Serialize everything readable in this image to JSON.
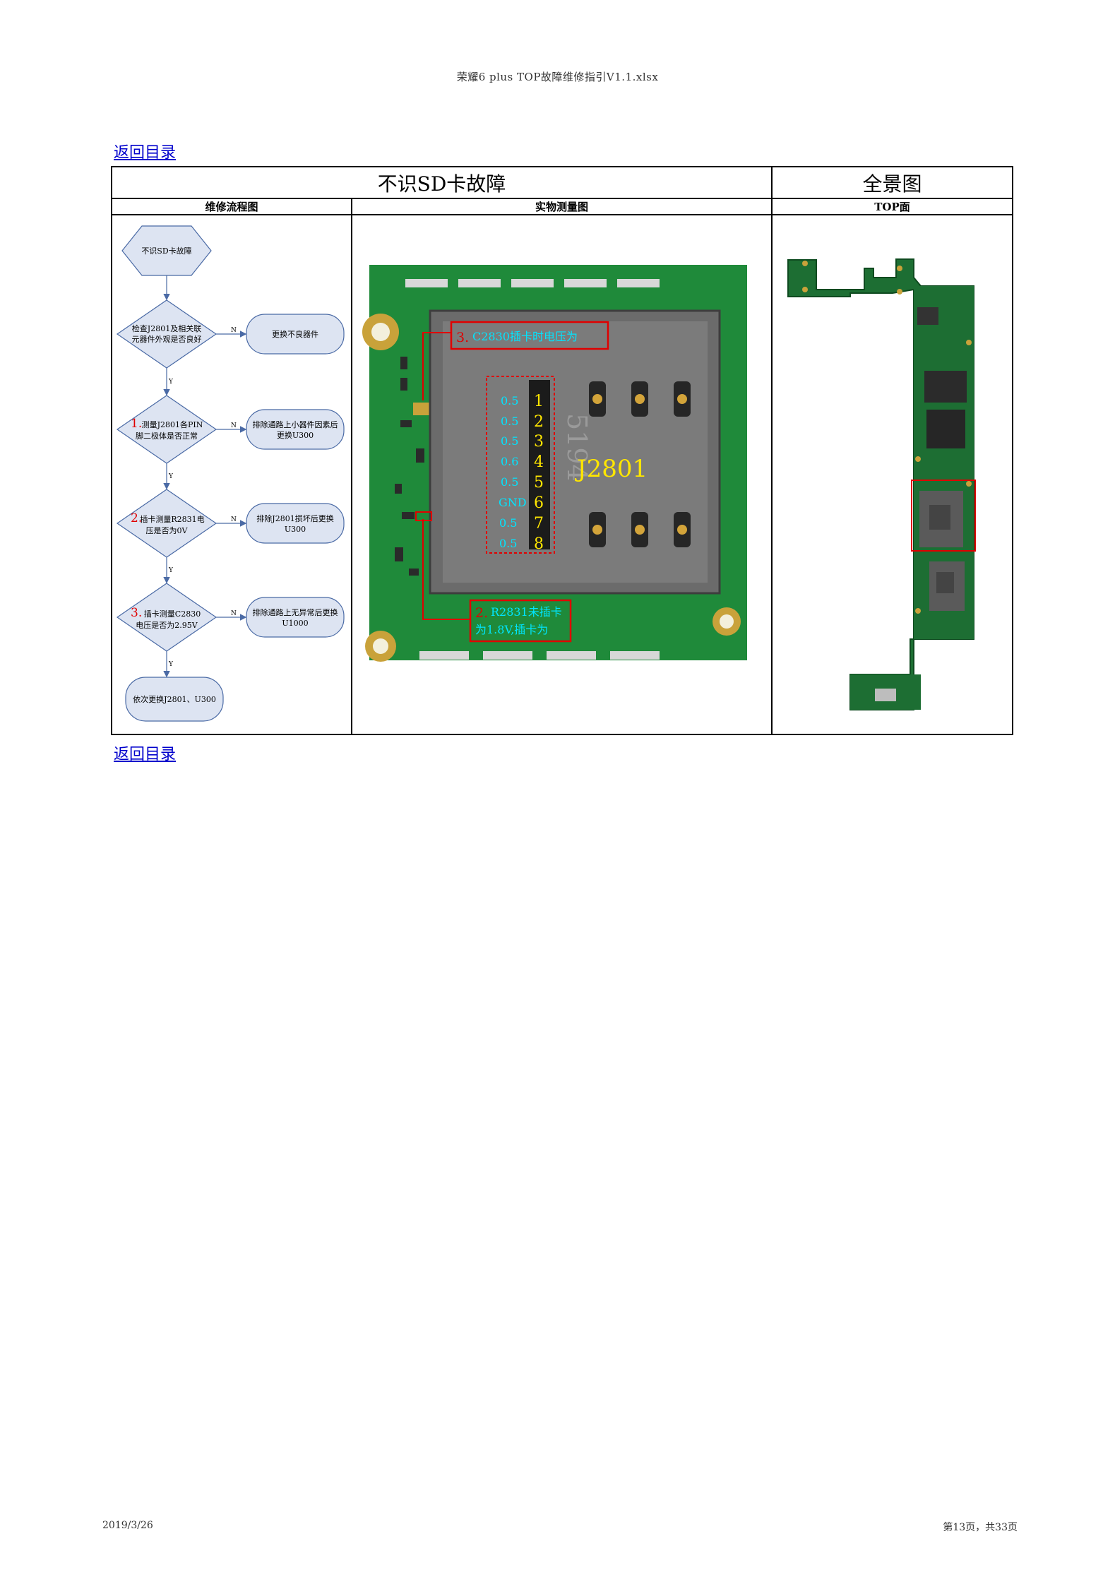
{
  "header": {
    "title": "荣耀6 plus    TOP故障维修指引V1.1.xlsx"
  },
  "nav": {
    "back_link": "返回目录"
  },
  "sheet": {
    "title": "不识SD卡故障",
    "panorama_title": "全景图",
    "col_flow": "维修流程图",
    "col_photo": "实物测量图",
    "col_top": "TOP面"
  },
  "flow": {
    "start": "不识SD卡故障",
    "d1_line1": "检查J2801及相关联",
    "d1_line2": "元器件外观是否良好",
    "r1": "更换不良器件",
    "d2_num": "1.",
    "d2_line1": "测量J2801各PIN",
    "d2_line2": "脚二极体是否正常",
    "r2_line1": "排除通路上小器件因素后",
    "r2_line2": "更换U300",
    "d3_num": "2.",
    "d3_line1": "插卡测量R2831电",
    "d3_line2": "压是否为0V",
    "r3_line1": "排除J2801损坏后更换",
    "r3_line2": "U300",
    "d4_num": "3.",
    "d4_line1": "插卡测量C2830",
    "d4_line2": "电压是否为2.95V",
    "r4_line1": "排除通路上无异常后更换",
    "r4_line2": "U1000",
    "end": "依次更换J2801、U300",
    "yes": "Y",
    "no": "N"
  },
  "photo": {
    "note1_num": "3.",
    "note1_text": "C2830插卡时电压为",
    "note2_num": "2.",
    "note2_line1": "R2831未插卡",
    "note2_line2": "为1.8V,插卡为",
    "connector_label": "J2801",
    "silk": "5194",
    "pins": [
      {
        "value": "0.5",
        "num": "1"
      },
      {
        "value": "0.5",
        "num": "2"
      },
      {
        "value": "0.5",
        "num": "3"
      },
      {
        "value": "0.6",
        "num": "4"
      },
      {
        "value": "0.5",
        "num": "5"
      },
      {
        "value": "GND",
        "num": "6"
      },
      {
        "value": "0.5",
        "num": "7"
      },
      {
        "value": "0.5",
        "num": "8"
      }
    ]
  },
  "footer": {
    "date": "2019/3/26",
    "page": "第13页，共33页"
  },
  "colors": {
    "link": "#0000cc",
    "flow_fill": "#dde4f2",
    "flow_stroke": "#4a6aa5",
    "pcb": "#1f8a3a",
    "pin_text": "#00e5ff",
    "pin_num": "#ffe600",
    "mark": "#e00000"
  }
}
